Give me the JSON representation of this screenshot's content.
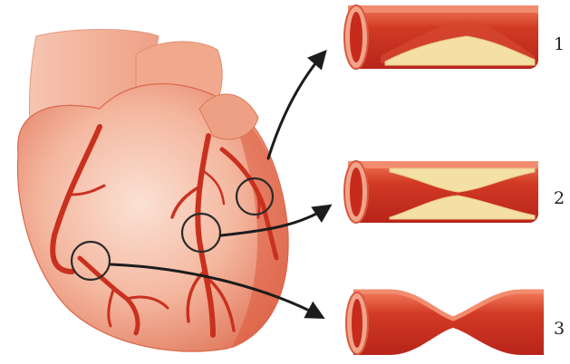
{
  "labels": {
    "first": "1",
    "second": "2",
    "third": "3"
  },
  "colors": {
    "heart_light": "#f7c9b6",
    "heart_mid": "#f0a184",
    "heart_dark": "#d9573d",
    "artery": "#c9311f",
    "vessel_wall": "#e35a3c",
    "vessel_lumen": "#c62b1c",
    "plaque": "#f4dfa5",
    "outline": "#2a2a2a"
  },
  "icons": [
    "heart-illustration",
    "artery-cross-section"
  ]
}
